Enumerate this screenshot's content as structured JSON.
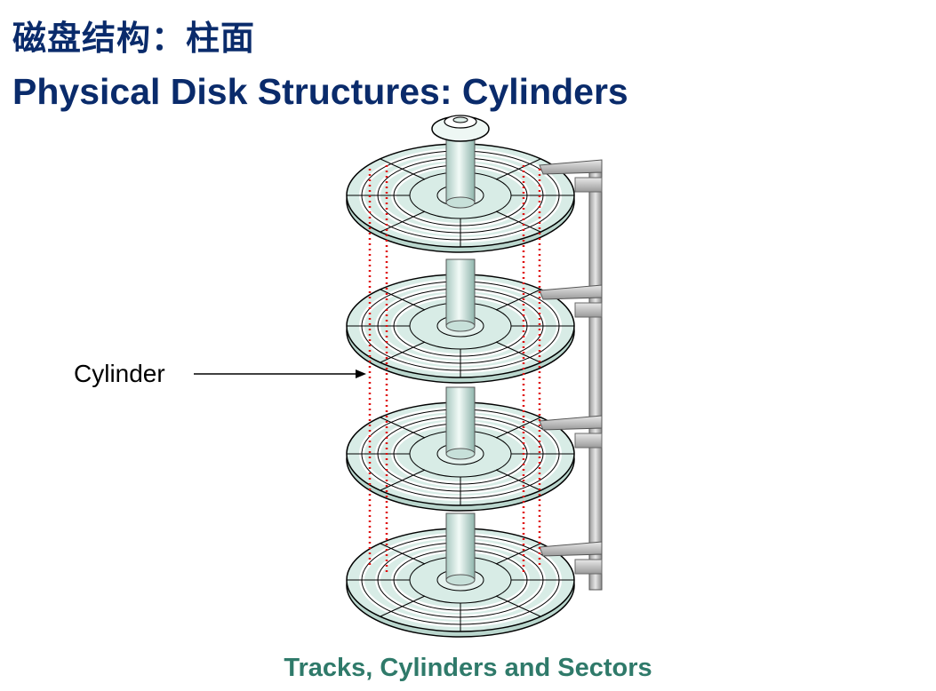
{
  "slide": {
    "title_cn": "磁盘结构：柱面",
    "title_en": "Physical Disk Structures: Cylinders",
    "label": "Cylinder",
    "caption": "Tracks, Cylinders and Sectors"
  },
  "colors": {
    "title": "#0a2b6b",
    "caption": "#2f7a6a",
    "platter": "#d8ece6",
    "platter_edge": "#b9d6cd",
    "cylinder_marker": "#e01010",
    "arm": "#bdbdbd"
  },
  "diagram": {
    "platter_count": 4,
    "tracks_per_platter": 4,
    "sectors_per_platter": 8
  }
}
